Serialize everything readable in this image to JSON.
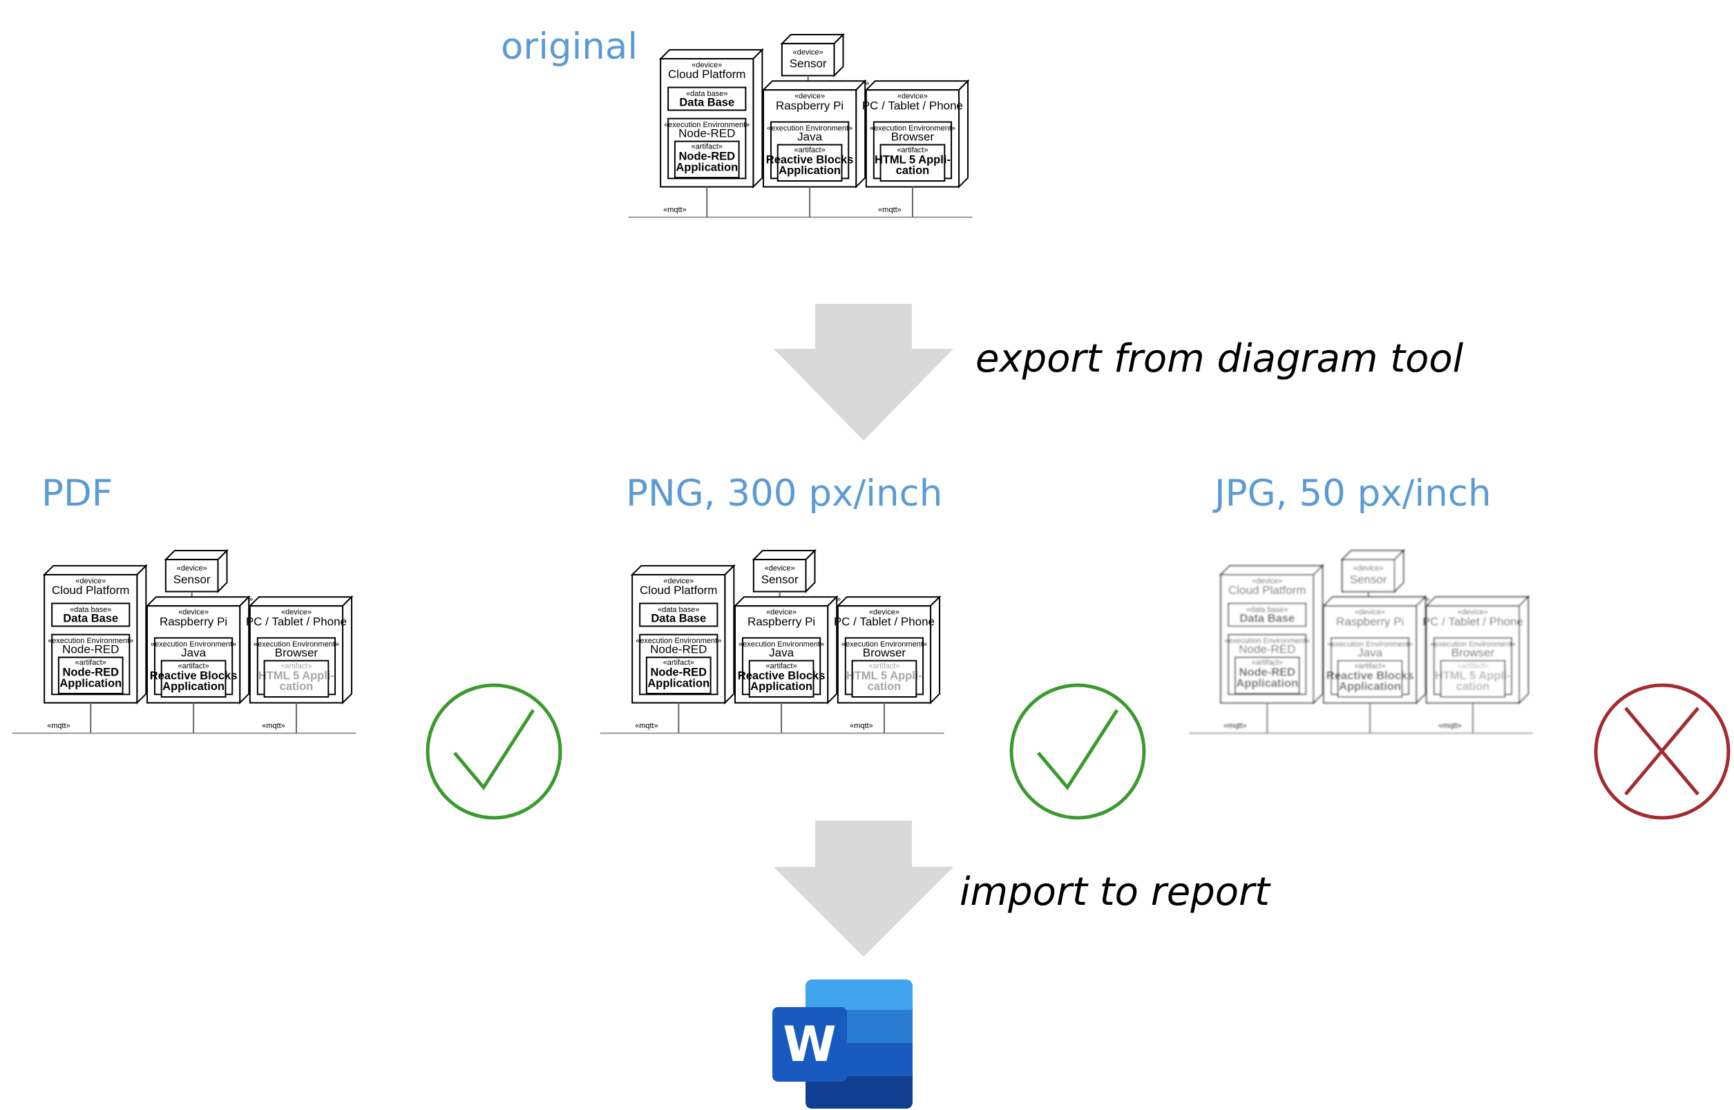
{
  "sections": {
    "original": "original",
    "pdf": "PDF",
    "png": "PNG, 300 px/inch",
    "jpg": "JPG, 50 px/inch"
  },
  "steps": {
    "export": "export from diagram tool",
    "import": "import to report"
  },
  "diagram": {
    "sensor": {
      "stereotype": "«device»",
      "name": "Sensor"
    },
    "gpio_link": "«gpio / i2c / ...»",
    "cloud": {
      "stereotype": "«device»",
      "name": "Cloud Platform",
      "db_stereotype": "«data base»",
      "db_name": "Data Base",
      "env_stereotype": "«execution Environment»",
      "env_name": "Node-RED",
      "artifact_stereotype": "«artifact»",
      "artifact_line1": "Node-RED",
      "artifact_line2": "Application"
    },
    "pi": {
      "stereotype": "«device»",
      "name": "Raspberry Pi",
      "env_stereotype": "«execution Environment»",
      "env_name": "Java",
      "artifact_stereotype": "«artifact»",
      "artifact_line1": "Reactive Blocks",
      "artifact_line2": "Application"
    },
    "pc": {
      "stereotype": "«device»",
      "name": "PC / Tablet / Phone",
      "env_stereotype": "«execution Environment»",
      "env_name": "Browser",
      "artifact_stereotype": "«artifact»",
      "artifact_line1": "HTML 5 Appli-",
      "artifact_line2": "cation"
    },
    "mqtt_left": "«mqtt»",
    "mqtt_right": "«mqtt»"
  },
  "verdicts": {
    "pdf": "check",
    "png": "check",
    "jpg": "cross"
  },
  "colors": {
    "title": "#5b9bd5",
    "arrow": "#d9d9d9",
    "check": "#3a9a2e",
    "cross": "#a42a2e",
    "word_blue": "#185abd"
  },
  "icons": {
    "word": "W"
  }
}
